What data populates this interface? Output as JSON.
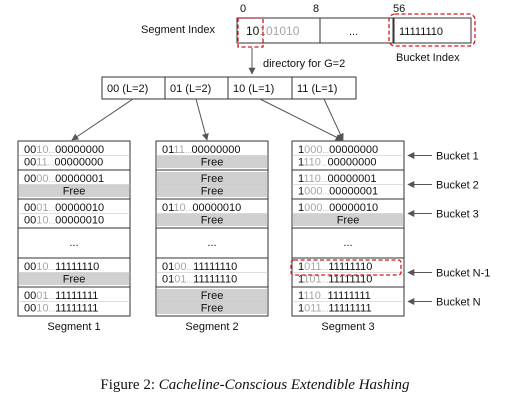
{
  "header": {
    "segment_index_label": "Segment Index",
    "bit_ticks": [
      "0",
      "8",
      "56"
    ],
    "index_bits": {
      "dark": "10",
      "grey": "101010"
    },
    "ellipsis": "...",
    "bucket_bits": "11111110",
    "bucket_index_label": "Bucket Index",
    "directory_label": "directory for G=2"
  },
  "directory": {
    "entries": [
      "00 (L=2)",
      "01 (L=2)",
      "10 (L=1)",
      "11 (L=1)"
    ]
  },
  "segments": [
    {
      "name": "Segment 1",
      "buckets": [
        {
          "rows": [
            {
              "pre": "00",
              "mid": "10",
              "suf": "00000000"
            },
            {
              "pre": "00",
              "mid": "11",
              "suf": "00000000"
            }
          ]
        },
        {
          "rows": [
            {
              "pre": "00",
              "mid": "00",
              "suf": "00000001"
            },
            {
              "free": "Free"
            }
          ]
        },
        {
          "rows": [
            {
              "pre": "00",
              "mid": "01",
              "suf": "00000010"
            },
            {
              "pre": "00",
              "mid": "10",
              "suf": "00000010"
            }
          ]
        },
        {
          "ellipsis": "..."
        },
        {
          "rows": [
            {
              "pre": "00",
              "mid": "10",
              "suf": "11111110"
            },
            {
              "free": "Free"
            }
          ]
        },
        {
          "rows": [
            {
              "pre": "00",
              "mid": "01",
              "suf": "11111111"
            },
            {
              "pre": "00",
              "mid": "10",
              "suf": "11111111"
            }
          ]
        }
      ]
    },
    {
      "name": "Segment 2",
      "buckets": [
        {
          "rows": [
            {
              "pre": "01",
              "mid": "11",
              "suf": "00000000"
            },
            {
              "free": "Free"
            }
          ]
        },
        {
          "rows": [
            {
              "free": "Free"
            },
            {
              "free": "Free"
            }
          ]
        },
        {
          "rows": [
            {
              "pre": "01",
              "mid": "10",
              "suf": "00000010"
            },
            {
              "free": "Free"
            }
          ]
        },
        {
          "ellipsis": "..."
        },
        {
          "rows": [
            {
              "pre": "01",
              "mid": "00",
              "suf": "11111110"
            },
            {
              "pre": "01",
              "mid": "01",
              "suf": "11111110"
            }
          ]
        },
        {
          "rows": [
            {
              "free": "Free"
            },
            {
              "free": "Free"
            }
          ]
        }
      ]
    },
    {
      "name": "Segment 3",
      "buckets": [
        {
          "rows": [
            {
              "pre": "1",
              "mid": "000",
              "suf": "00000000"
            },
            {
              "pre": "1",
              "mid": "110",
              "suf": "00000000"
            }
          ]
        },
        {
          "rows": [
            {
              "pre": "1",
              "mid": "110",
              "suf": "00000001"
            },
            {
              "pre": "1",
              "mid": "000",
              "suf": "00000001"
            }
          ]
        },
        {
          "rows": [
            {
              "pre": "1",
              "mid": "000",
              "suf": "00000010"
            },
            {
              "free": "Free"
            }
          ]
        },
        {
          "ellipsis": "..."
        },
        {
          "rows": [
            {
              "pre": "1",
              "mid": "011",
              "suf": "11111110"
            },
            {
              "pre": "1",
              "mid": "101",
              "suf": "11111110"
            }
          ]
        },
        {
          "rows": [
            {
              "pre": "1",
              "mid": "110",
              "suf": "11111111"
            },
            {
              "pre": "1",
              "mid": "011",
              "suf": "11111111"
            }
          ]
        }
      ]
    }
  ],
  "bucket_labels": [
    "Bucket 1",
    "Bucket 2",
    "Bucket 3",
    "Bucket N-1",
    "Bucket N"
  ],
  "caption": {
    "prefix": "Figure 2: ",
    "title": "Cacheline-Conscious Extendible Hashing"
  }
}
